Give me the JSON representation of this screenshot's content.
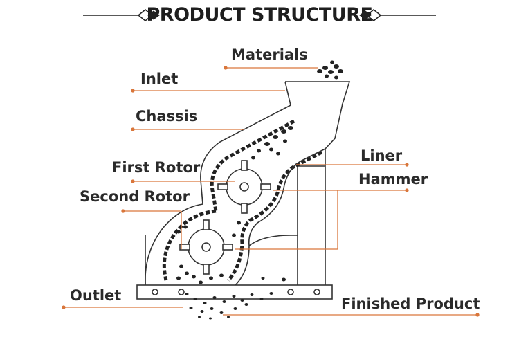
{
  "title": "PRODUCT STRUCTURE",
  "labels": {
    "materials": "Materials",
    "inlet": "Inlet",
    "chassis": "Chassis",
    "first_rotor": "First Rotor",
    "second_rotor": "Second Rotor",
    "liner": "Liner",
    "hammer": "Hammer",
    "outlet": "Outlet",
    "finished_product": "Finished Product"
  },
  "colors": {
    "leader_line": "#d9763b",
    "outline": "#333333",
    "text": "#2a2a2a"
  }
}
